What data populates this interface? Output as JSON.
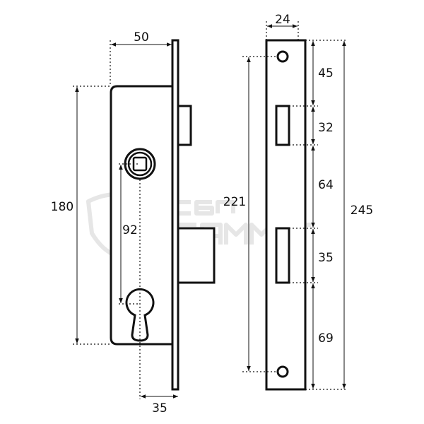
{
  "title": "Mortise lock dimensional drawing",
  "watermark": {
    "line1": "СБП",
    "line2": "SAMMIT"
  },
  "side_view": {
    "body_width": "50",
    "body_height": "180",
    "center_distance": "92",
    "backset": "35"
  },
  "faceplate_view": {
    "width": "24",
    "hole_spacing": "221",
    "total_height": "245",
    "segments": [
      "45",
      "32",
      "64",
      "35",
      "69"
    ]
  }
}
